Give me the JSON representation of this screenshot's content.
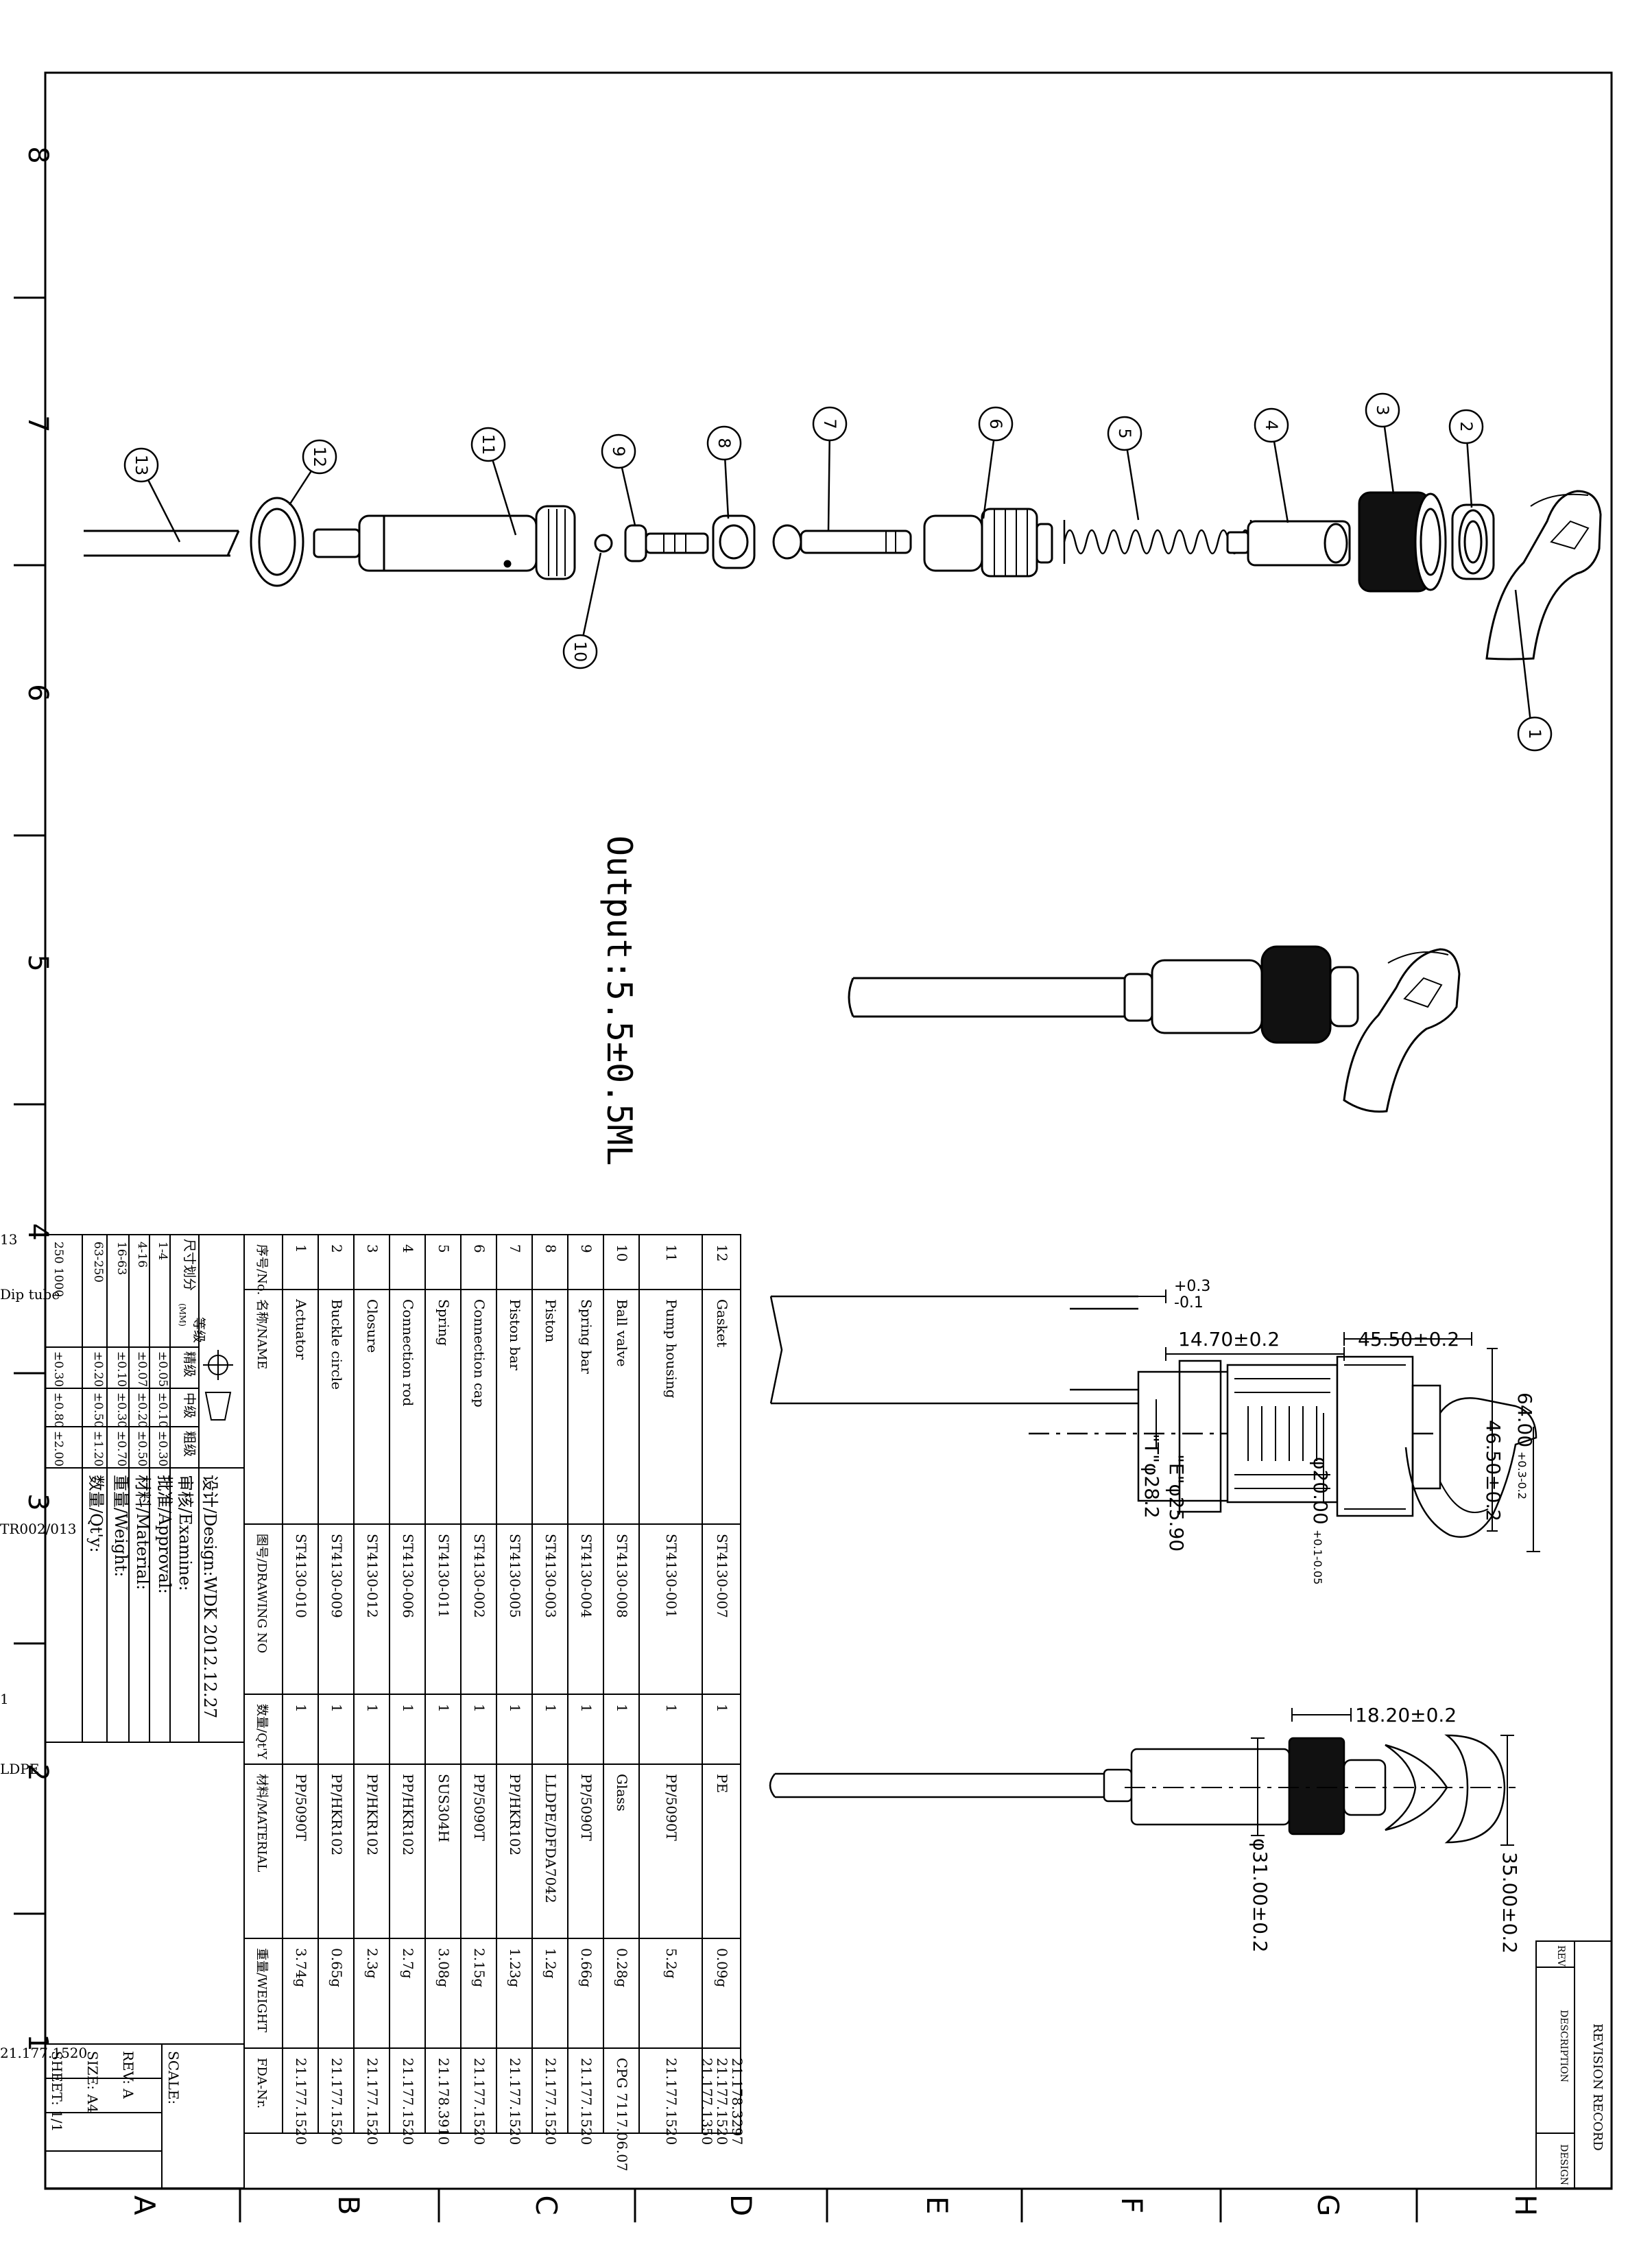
{
  "border": {
    "top_numbers": [
      "8",
      "7",
      "6",
      "5",
      "4",
      "3",
      "2",
      "1"
    ],
    "side_letters": [
      "D",
      "E",
      "F",
      "G",
      "H"
    ],
    "bottom_letters": [
      "A",
      "B",
      "C"
    ]
  },
  "output_note": "Output:5.5±0.5ML",
  "balloons": [
    "1",
    "2",
    "3",
    "4",
    "5",
    "6",
    "7",
    "8",
    "9",
    "10",
    "11",
    "12",
    "13"
  ],
  "dimensions": {
    "tol_top": "+0.3",
    "tol_bottom": "-0.1",
    "d_14_70": "14.70±0.2",
    "d_45_50": "45.50±0.2",
    "d_64_00": "64.00",
    "d_64_00_tol": "+0.3-0.2",
    "d_46_50": "46.50±0.2",
    "d_phi20": "φ20.00",
    "d_phi20_tol": "+0.1-0.05",
    "d_E": "\"E\"φ25.90",
    "d_T": "\"T\"φ28.2",
    "d_18_20": "18.20±0.2",
    "d_35_00": "35.00±0.2",
    "d_phi31": "φ31.00±0.2"
  },
  "bom": {
    "header": {
      "no": "序号/No.",
      "name": "名称/NAME",
      "drawing": "图号/DRAWING NO",
      "qty": "数量/Qt'Y",
      "material": "材料/MATERIAL",
      "weight": "重量/WEIGHT",
      "fda": "FDA-Nr."
    },
    "rows": [
      {
        "no": "13",
        "name": "Dip tube",
        "drawing": "TR002/013",
        "qty": "1",
        "material": "LDPE",
        "weight": "",
        "fda": [
          "21.177.1520"
        ]
      },
      {
        "no": "12",
        "name": "Gasket",
        "drawing": "ST4130-007",
        "qty": "1",
        "material": "PE",
        "weight": "0.09g",
        "fda": [
          "21.177.1350",
          "21.177.1520",
          "21.178.3297"
        ]
      },
      {
        "no": "11",
        "name": "Pump housing",
        "drawing": "ST4130-001",
        "qty": "1",
        "material": "PP/5090T",
        "weight": "5.2g",
        "fda": [
          "21.177.1520"
        ]
      },
      {
        "no": "10",
        "name": "Ball valve",
        "drawing": "ST4130-008",
        "qty": "1",
        "material": "Glass",
        "weight": "0.28g",
        "fda": [
          "CPG 7117.06.07"
        ]
      },
      {
        "no": "9",
        "name": "Spring bar",
        "drawing": "ST4130-004",
        "qty": "1",
        "material": "PP/5090T",
        "weight": "0.66g",
        "fda": [
          "21.177.1520"
        ]
      },
      {
        "no": "8",
        "name": "Piston",
        "drawing": "ST4130-003",
        "qty": "1",
        "material": "LLDPE/DFDA7042",
        "weight": "1.2g",
        "fda": [
          "21.177.1520"
        ]
      },
      {
        "no": "7",
        "name": "Piston bar",
        "drawing": "ST4130-005",
        "qty": "1",
        "material": "PP/HKR102",
        "weight": "1.23g",
        "fda": [
          "21.177.1520"
        ]
      },
      {
        "no": "6",
        "name": "Connection cap",
        "drawing": "ST4130-002",
        "qty": "1",
        "material": "PP/5090T",
        "weight": "2.15g",
        "fda": [
          "21.177.1520"
        ]
      },
      {
        "no": "5",
        "name": "Spring",
        "drawing": "ST4130-011",
        "qty": "1",
        "material": "SUS304H",
        "weight": "3.08g",
        "fda": [
          "21.178.3910"
        ]
      },
      {
        "no": "4",
        "name": "Connection rod",
        "drawing": "ST4130-006",
        "qty": "1",
        "material": "PP/HKR102",
        "weight": "2.7g",
        "fda": [
          "21.177.1520"
        ]
      },
      {
        "no": "3",
        "name": "Closure",
        "drawing": "ST4130-012",
        "qty": "1",
        "material": "PP/HKR102",
        "weight": "2.3g",
        "fda": [
          "21.177.1520"
        ]
      },
      {
        "no": "2",
        "name": "Buckle circle",
        "drawing": "ST4130-009",
        "qty": "1",
        "material": "PP/HKR102",
        "weight": "0.65g",
        "fda": [
          "21.177.1520"
        ]
      },
      {
        "no": "1",
        "name": "Actuator",
        "drawing": "ST4130-010",
        "qty": "1",
        "material": "PP/5090T",
        "weight": "3.74g",
        "fda": [
          "21.177.1520"
        ]
      }
    ]
  },
  "title_block": {
    "design": "设计/Design:WDK 2012.12.27",
    "examine": "审核/Examine:",
    "approval": "批准/Approval:",
    "material": "材料/Material:",
    "weight": "重量/Weight:",
    "qty": "数量/Qt'y:",
    "scale": "SCALE:",
    "rev": "REV: A",
    "size": "SIZE: A4",
    "sheet": "SHEET: 1/1"
  },
  "tolerance_table": {
    "header_size": "尺寸划分",
    "header_unit": "(MM)",
    "header_grade": "等级",
    "header_fine": "精级",
    "header_medium": "中级",
    "header_coarse": "粗级",
    "rows": [
      {
        "range": "1-4",
        "fine": "±0.05",
        "medium": "±0.10",
        "coarse": "±0.30"
      },
      {
        "range": "4-16",
        "fine": "±0.07",
        "medium": "±0.20",
        "coarse": "±0.50"
      },
      {
        "range": "16-63",
        "fine": "±0.10",
        "medium": "±0.30",
        "coarse": "±0.70"
      },
      {
        "range": "63-250",
        "fine": "±0.20",
        "medium": "±0.50",
        "coarse": "±1.20"
      },
      {
        "range": "250 1000",
        "fine": "±0.30",
        "medium": "±0.80",
        "coarse": "±2.00"
      }
    ]
  },
  "revision": {
    "title": "REVISION RECORD",
    "rev": "REV",
    "description": "DESCRIPTION",
    "design": "DESIGN"
  }
}
